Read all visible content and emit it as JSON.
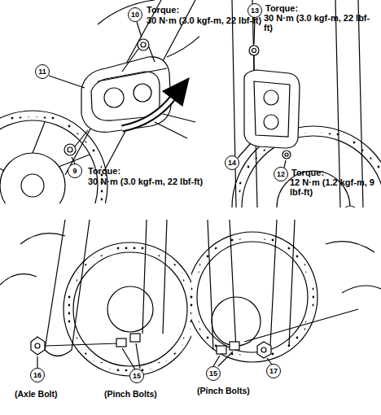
{
  "diagram": {
    "labels": [
      "10",
      "Torque:",
      "30 N·m (3.0 kgf-m, 22 lbf-ft)",
      "11",
      "9",
      "Torque:",
      "30 N·m (3.0 kgf-m, 22 lbf-ft)",
      "13",
      "Torque:",
      "30 N·m (3.0 kgf-m, 22 lbf-ft)",
      "14",
      "12",
      "Torque:",
      "12 N·m (1.2 kgf-m, 9 lbf-ft)",
      "16",
      "(Axle Bolt)",
      "15",
      "(Pinch Bolts)",
      "15",
      "(Pinch Bolts)",
      "17"
    ]
  }
}
